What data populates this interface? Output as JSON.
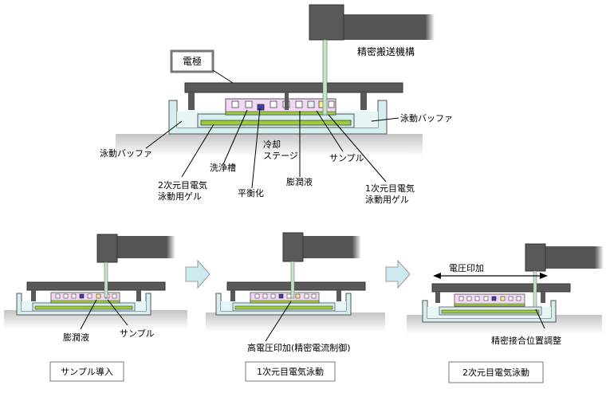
{
  "top": {
    "mechanism": "精密搬送機構",
    "electrode": "電極",
    "buffer_right": "泳動バッファ",
    "buffer_left": "泳動バッファ",
    "cooling_stage_1": "冷却",
    "cooling_stage_2": "ステージ",
    "wash_tank": "洗浄槽",
    "gel2_line1": "2次元目電気",
    "gel2_line2": "泳動用ゲル",
    "equilibration": "平衡化",
    "swelling": "膨潤液",
    "sample": "サンプル",
    "gel1_line1": "1次元目電気",
    "gel1_line2": "泳動用ゲル"
  },
  "steps": [
    {
      "title": "サンプル導入",
      "label_a": "膨潤液",
      "label_b": "サンプル"
    },
    {
      "title": "1次元目電気泳動",
      "label_a": "高電圧印加(精密電流制御)"
    },
    {
      "title": "2次元目電気泳動",
      "label_a": "電圧印加",
      "label_b": "精密接合位置調整"
    }
  ],
  "colors": {
    "dark": "#595959",
    "bath": "#d6eef0",
    "gel": "#9ccc3c",
    "well_area": "#f3d7f5",
    "stage": "#d9d9d9",
    "needle": "#c3e6c4",
    "arrow": "#cdeaf0"
  }
}
